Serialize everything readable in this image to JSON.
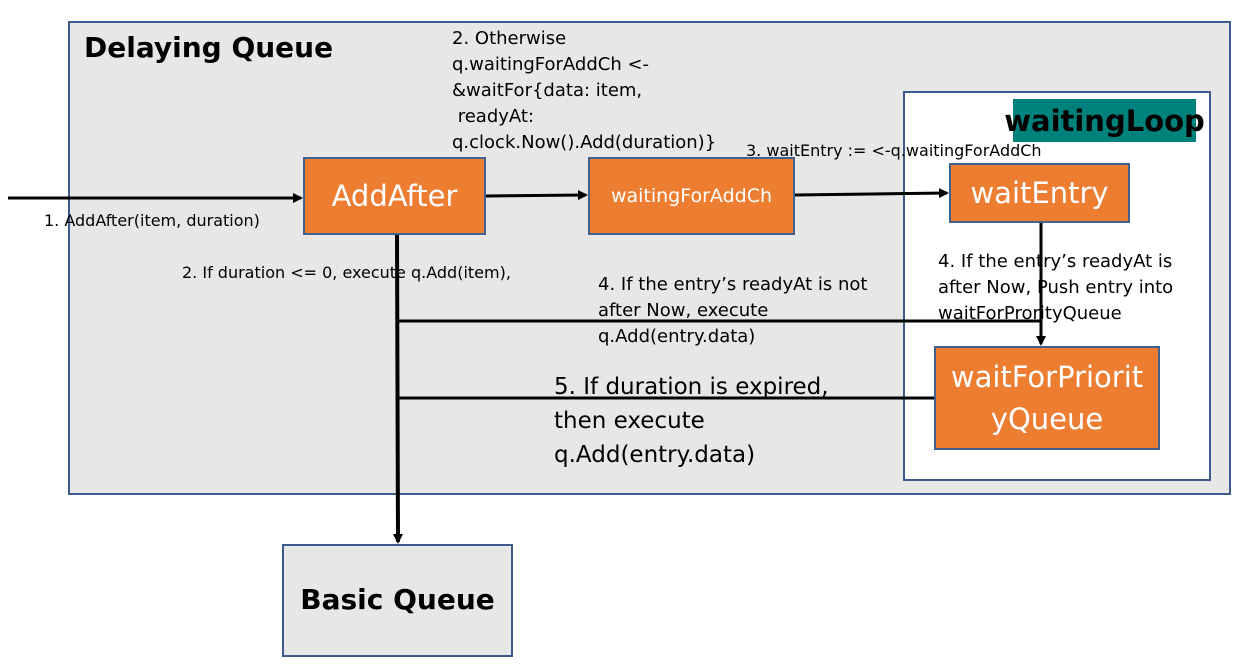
{
  "regions": {
    "delaying_queue": "Delaying Queue",
    "waiting_loop": "waitingLoop",
    "basic_queue": "Basic Queue"
  },
  "nodes": {
    "add_after": "AddAfter",
    "waiting_for_add_ch": "waitingForAddCh",
    "wait_entry": "waitEntry",
    "wait_for_priority_queue": "waitForPriorityQueue"
  },
  "labels": {
    "step1": "1. AddAfter(item, duration)",
    "step2a": "2. If duration <= 0, execute q.Add(item),",
    "step2b": "2. Otherwise\nq.waitingForAddCh <-\n&waitFor{data: item,\n readyAt:\nq.clock.Now().Add(duration)}",
    "step3": "3. waitEntry := <-q.waitingForAddCh",
    "step4a": "4. If the entry’s readyAt is not\nafter Now, execute\nq.Add(entry.data)",
    "step4b": "4. If the entry’s readyAt is\nafter Now, Push entry into\nwaitForProrityQueue",
    "step5": "5. If duration is expired,\nthen execute\nq.Add(entry.data)"
  },
  "colors": {
    "node_fill": "#ed7d31",
    "node_border": "#41628f",
    "region_fill": "#e7e7e7",
    "region_border": "#3f5a8f",
    "waiting_loop_title_fill": "#00827c"
  }
}
